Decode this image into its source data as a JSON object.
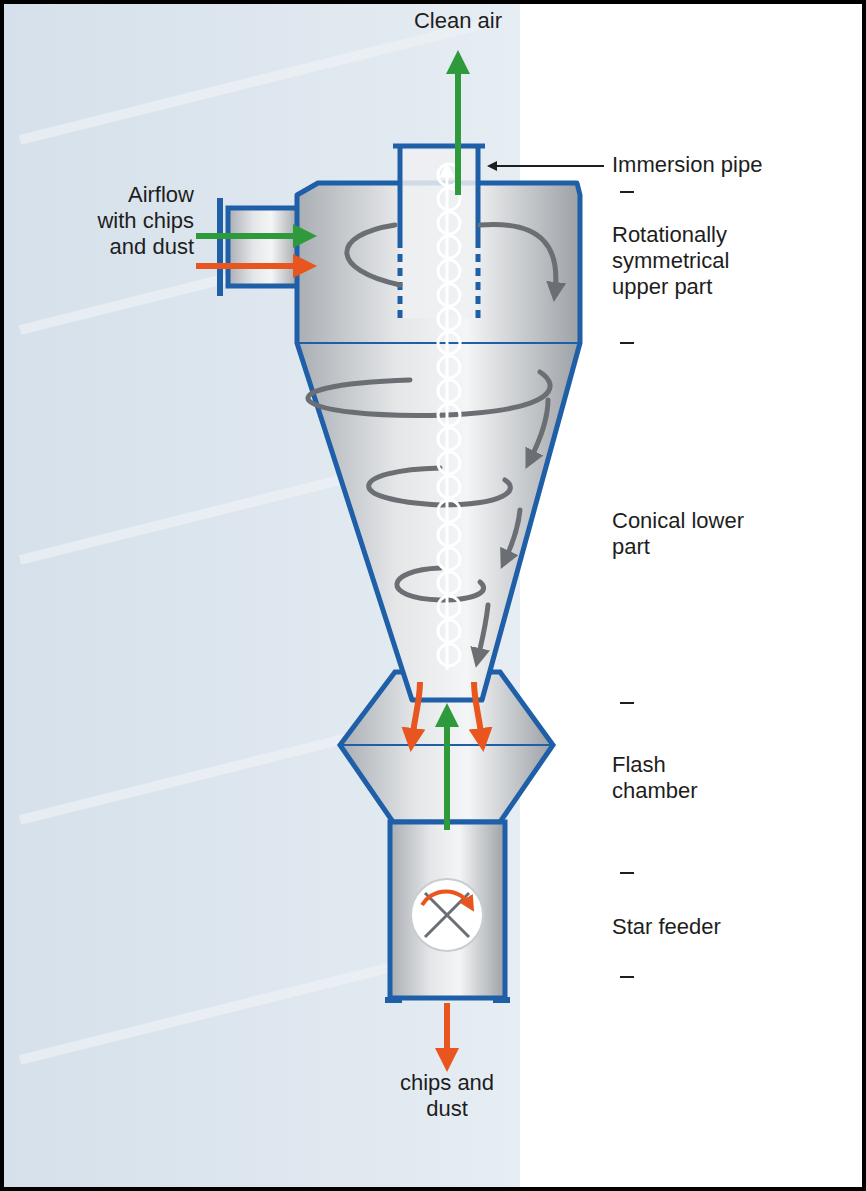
{
  "diagram": {
    "labels": [
      "Clean air",
      "Immersion pipe",
      "Airflow with chips and dust",
      "Rotationally symmetrical upper part",
      "Conical lower part",
      "Flash chamber",
      "Star feeder",
      "chips and dust"
    ]
  }
}
